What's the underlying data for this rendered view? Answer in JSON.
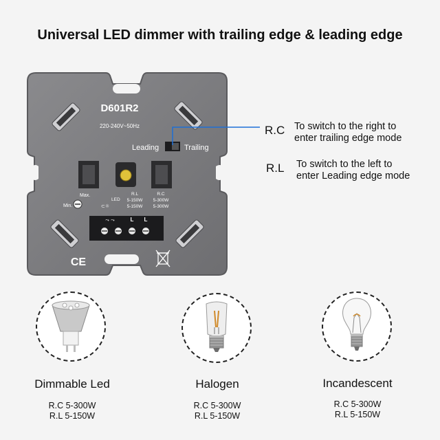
{
  "title": "Universal LED dimmer with trailing edge & leading edge",
  "device": {
    "model": "D601R2",
    "voltage": "220-240V~50Hz",
    "switch_left_label": "Leading",
    "switch_right_label": "Trailing",
    "knob_max_label": "Max.",
    "knob_min_label": "Min.",
    "table_rl_header": "R.L",
    "table_rc_header": "R.C",
    "table_led_label": "LED",
    "table_rl_led": "5-150W",
    "table_rl_halogen": "5-150W",
    "table_rc_led": "5-300W",
    "table_rc_halogen": "5-300W",
    "terminal_labels": [
      "L",
      "L"
    ],
    "ce_mark": "CE"
  },
  "modes": [
    {
      "code": "R.C",
      "line1": "To switch to the right to",
      "line2": "enter trailing edge mode"
    },
    {
      "code": "R.L",
      "line1": "To switch to the left to",
      "line2": "enter Leading edge mode"
    }
  ],
  "bulbs": [
    {
      "icon": "led-spot-bulb-icon",
      "name": "Dimmable Led",
      "spec1": "R.C 5-300W",
      "spec2": "R.L 5-150W"
    },
    {
      "icon": "halogen-bulb-icon",
      "name": "Halogen",
      "spec1": "R.C 5-300W",
      "spec2": "R.L 5-150W"
    },
    {
      "icon": "incandescent-bulb-icon",
      "name": "Incandescent",
      "spec1": "R.C 5-300W",
      "spec2": "R.L 5-150W"
    }
  ],
  "colors": {
    "plate": "#7d7d80",
    "plate_edge": "#5f5f62",
    "knob": "#e0c23a",
    "callout_line": "#1d6fd6"
  }
}
